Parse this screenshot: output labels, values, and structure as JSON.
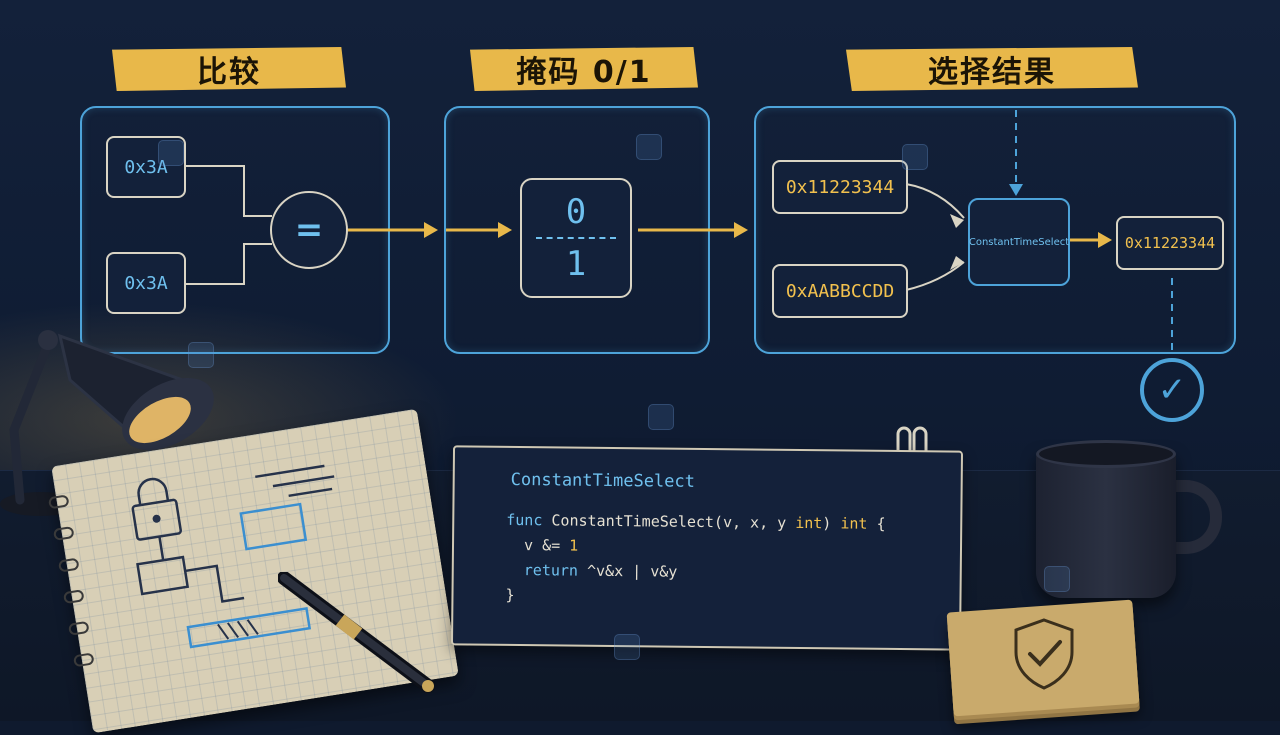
{
  "stages": {
    "compare": {
      "title": "比较",
      "input_a": "0x3A",
      "input_b": "0x3A",
      "operator": "="
    },
    "mask": {
      "title": "掩码 0/1",
      "top_value": "0",
      "bottom_value": "1"
    },
    "select": {
      "title": "选择结果",
      "input_x": "0x11223344",
      "input_y": "0xAABBCCDD",
      "function_label": "ConstantTimeSelect",
      "output": "0x11223344",
      "check_glyph": "✓"
    }
  },
  "code_card": {
    "title": "ConstantTimeSelect",
    "line1_kw": "func",
    "line1_name": " ConstantTimeSelect(v, x, y ",
    "line1_type": "int",
    "line1_mid": ") ",
    "line1_ret": "int",
    "line1_end": " {",
    "line2_pre": "  v &= ",
    "line2_num": "1",
    "line3_kw": "  return",
    "line3_rest": " ^v&x | v&y",
    "line4": "}"
  },
  "colors": {
    "background": "#0f1a2e",
    "accent_blue": "#4da3d9",
    "accent_gold": "#e8b84a",
    "text_cream": "#d9d4c4"
  },
  "icons": {
    "compare_operator": "equals-icon",
    "result_status": "check-circle-icon",
    "notebook_sketch": "padlock-icon",
    "sticky_notes": "shield-check-icon"
  }
}
